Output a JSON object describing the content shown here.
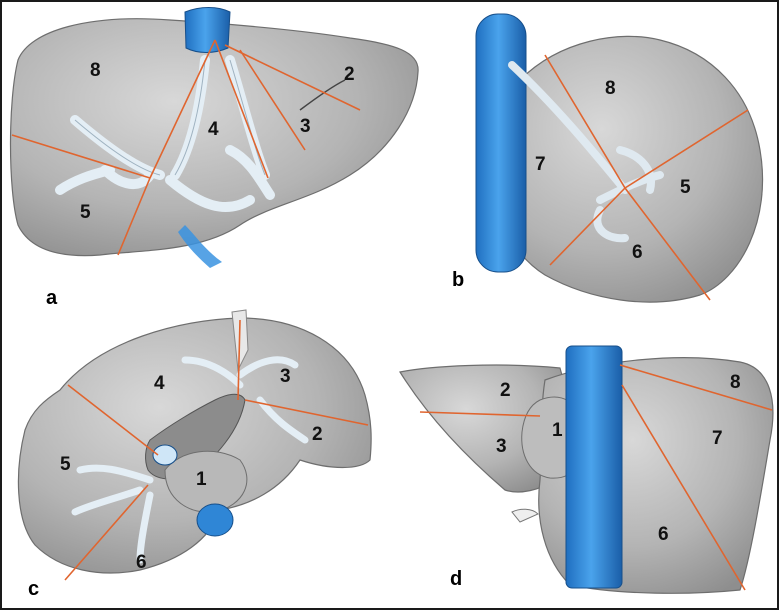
{
  "panels": {
    "a": {
      "label": "a",
      "segments": [
        "8",
        "2",
        "4",
        "3",
        "5"
      ]
    },
    "b": {
      "label": "b",
      "segments": [
        "8",
        "7",
        "5",
        "6"
      ]
    },
    "c": {
      "label": "c",
      "segments": [
        "4",
        "3",
        "2",
        "5",
        "1",
        "6"
      ]
    },
    "d": {
      "label": "d",
      "segments": [
        "2",
        "1",
        "3",
        "8",
        "7",
        "6"
      ]
    }
  },
  "colors": {
    "liver": "#b3b3b3",
    "liver_shadow": "#8c8c8c",
    "vessel_blue": "#2f86d6",
    "duct_white": "#e4eef5",
    "segment_line": "#e0652f"
  }
}
